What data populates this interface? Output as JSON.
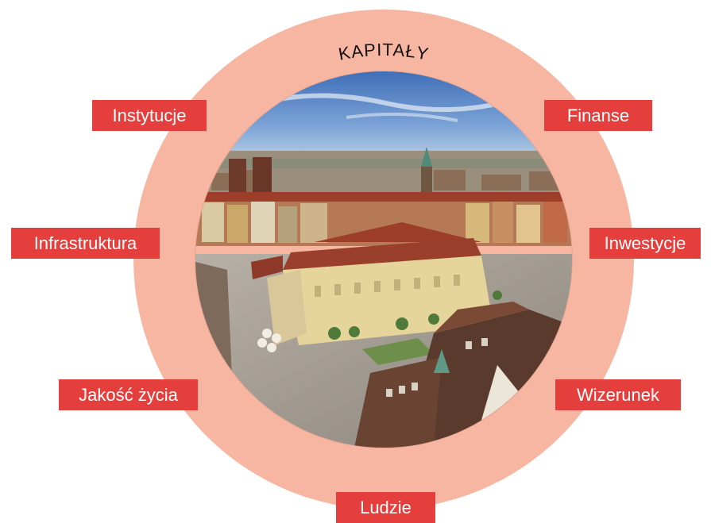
{
  "diagram": {
    "ring_title": "KAPITAŁY",
    "labels": {
      "instytucje": "Instytucje",
      "finanse": "Finanse",
      "infrastruktura": "Infrastruktura",
      "inwestycje": "Inwestycje",
      "jakosc_zycia": "Jakość życia",
      "wizerunek": "Wizerunek",
      "ludzie": "Ludzie"
    },
    "colors": {
      "ring": "#f6b6a2",
      "label_bg": "#e43f3c",
      "label_text": "#ffffff"
    },
    "center_image": "aerial-city-market-square-photo"
  }
}
